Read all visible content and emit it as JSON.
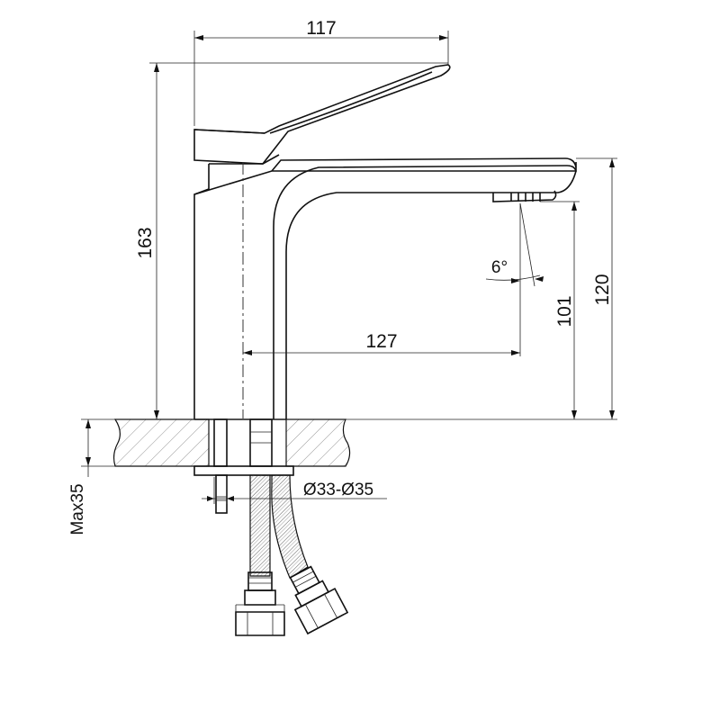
{
  "drawing": {
    "dimensions": {
      "top_width": "117",
      "total_height": "163",
      "spout_height": "120",
      "spout_clearance": "101",
      "spout_reach": "127",
      "spout_angle": "6°",
      "hole_diameter": "Ø33-Ø35",
      "max_thickness": "Max35"
    },
    "icons": {
      "main": "faucet-side-view-icon"
    },
    "colors": {
      "line": "#111111",
      "hatch": "#777777",
      "background": "#ffffff"
    }
  }
}
